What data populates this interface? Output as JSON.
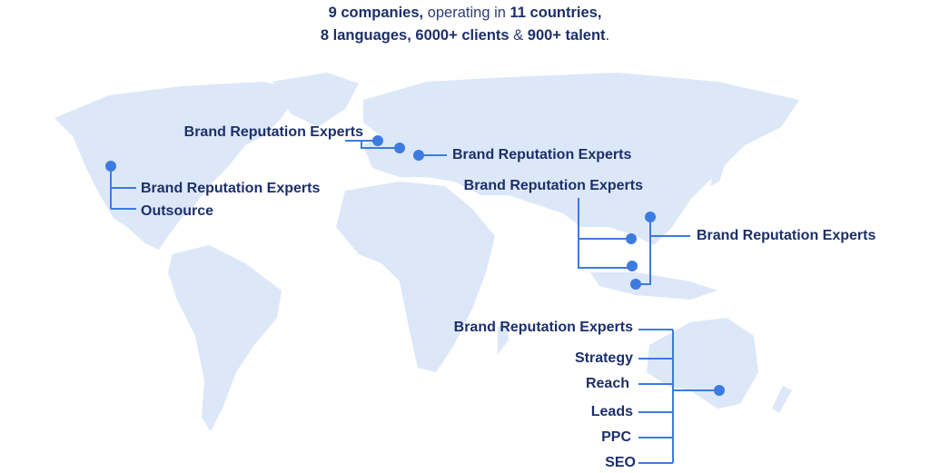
{
  "headline": {
    "line1": [
      {
        "t": "9 companies,",
        "b": true
      },
      {
        "t": " operating in ",
        "b": false
      },
      {
        "t": "11 countries,",
        "b": true
      }
    ],
    "line2": [
      {
        "t": "8 languages, 6000+ clients",
        "b": true
      },
      {
        "t": " & ",
        "b": false
      },
      {
        "t": "900+ talent",
        "b": true
      },
      {
        "t": ".",
        "b": false
      }
    ]
  },
  "locations": {
    "usa": [
      "Brand Reputation Experts",
      "Outsource"
    ],
    "uk": "Brand Reputation Experts",
    "europe": "Brand Reputation Experts",
    "southeast_asia": "Brand Reputation Experts",
    "east_asia": "Brand Reputation Experts",
    "australia": [
      "Brand Reputation Experts",
      "Strategy",
      "Reach",
      "Leads",
      "PPC",
      "SEO"
    ]
  },
  "colors": {
    "map": "#dce7f8",
    "line": "#3d7be0",
    "text": "#1c2f6b"
  }
}
